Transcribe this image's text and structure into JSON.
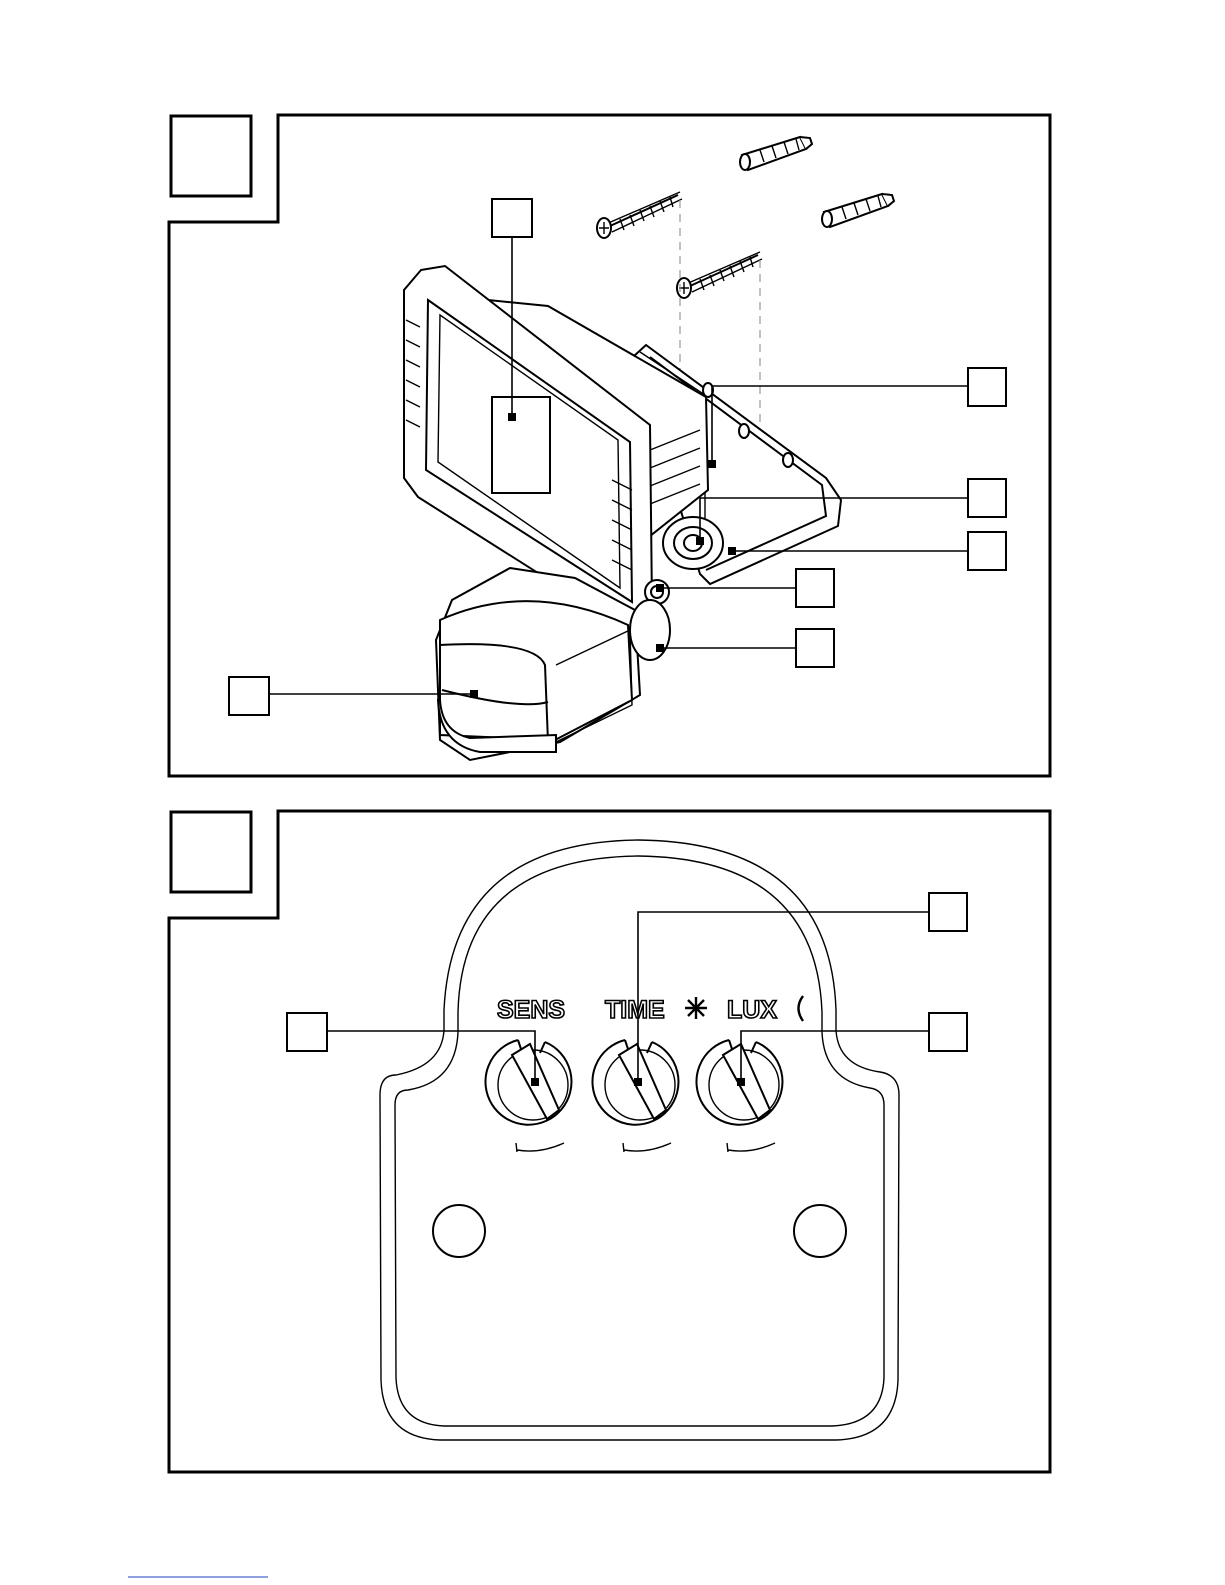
{
  "figures": [
    {
      "id": "figure-1",
      "number": "",
      "callouts": [
        "",
        "",
        "",
        "",
        "",
        "",
        ""
      ]
    },
    {
      "id": "figure-2",
      "number": "",
      "dial_labels": {
        "sens": "SENS",
        "time": "TIME",
        "lux": "LUX"
      },
      "callouts": [
        "",
        "",
        ""
      ]
    }
  ],
  "icons": {
    "time": "sun-icon",
    "lux": "moon-icon"
  },
  "colors": {
    "line": "#000000",
    "background": "#ffffff"
  }
}
